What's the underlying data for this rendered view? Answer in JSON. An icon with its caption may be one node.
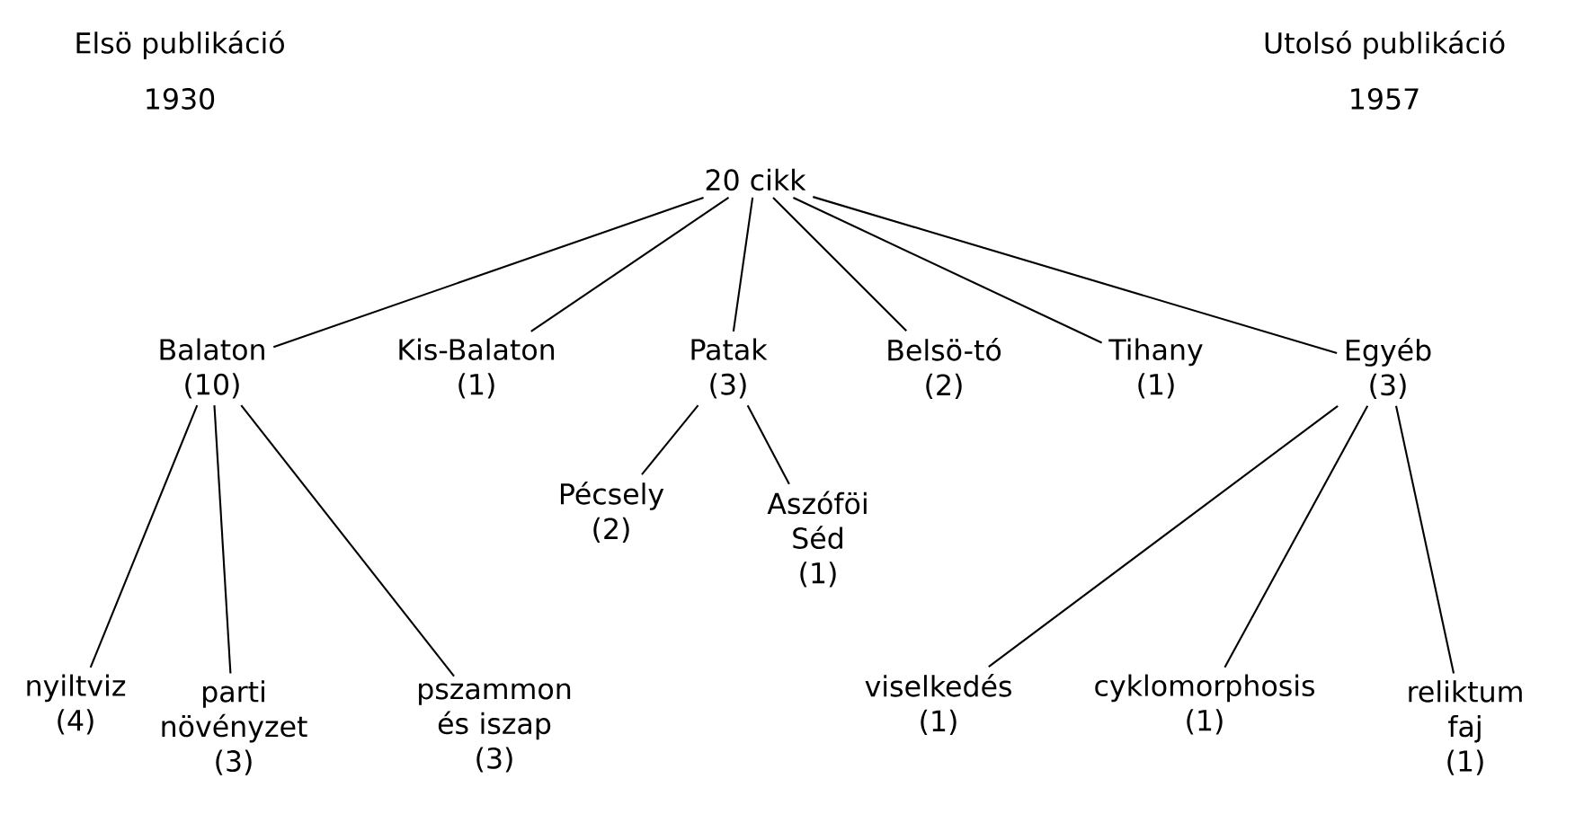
{
  "diagram": {
    "nodes": [
      {
        "text": [
          "20 cikk"
        ]
      },
      {
        "text": [
          "Balaton",
          "(10)"
        ]
      },
      {
        "text": [
          "Kis-Balaton",
          "(1)"
        ]
      },
      {
        "text": [
          "Patak",
          "(3)"
        ]
      },
      {
        "text": [
          "Belsö-tó",
          "(2)"
        ]
      },
      {
        "text": [
          "Tihany",
          "(1)"
        ]
      },
      {
        "text": [
          "Egyéb",
          "(3)"
        ]
      },
      {
        "text": [
          "Pécsely",
          "(2)"
        ]
      },
      {
        "text": [
          "Aszóföi Séd",
          "(1)"
        ]
      },
      {
        "text": [
          "nyiltviz",
          "(4)"
        ]
      },
      {
        "text": [
          "parti növényzet",
          "(3)"
        ]
      },
      {
        "text": [
          "pszammon és iszap",
          "(3)"
        ]
      },
      {
        "text": [
          "viselkedés",
          "(1)"
        ]
      },
      {
        "text": [
          "cyklomorphosis",
          "(1)"
        ]
      },
      {
        "text": [
          "reliktum faj",
          "(1)"
        ]
      }
    ],
    "edges": [
      {
        "from": 0,
        "to": 1,
        "arrow": "none"
      },
      {
        "from": 0,
        "to": 2,
        "arrow": "none"
      },
      {
        "from": 0,
        "to": 3,
        "arrow": "none"
      },
      {
        "from": 0,
        "to": 4,
        "arrow": "none"
      },
      {
        "from": 0,
        "to": 5,
        "arrow": "none"
      },
      {
        "from": 0,
        "to": 6,
        "arrow": "none"
      },
      {
        "from": 3,
        "to": 7,
        "arrow": "none"
      },
      {
        "from": 3,
        "to": 8,
        "arrow": "none"
      },
      {
        "from": 1,
        "to": 9,
        "arrow": "none"
      },
      {
        "from": 1,
        "to": 10,
        "arrow": "none"
      },
      {
        "from": 1,
        "to": 11,
        "arrow": "none"
      },
      {
        "from": 6,
        "to": 12,
        "arrow": "none"
      },
      {
        "from": 6,
        "to": 13,
        "arrow": "none"
      },
      {
        "from": 6,
        "to": 14,
        "arrow": "none"
      }
    ],
    "labels": [
      "Elsö publikáció",
      "1930",
      "Utolsó publikáció",
      "1957"
    ]
  }
}
